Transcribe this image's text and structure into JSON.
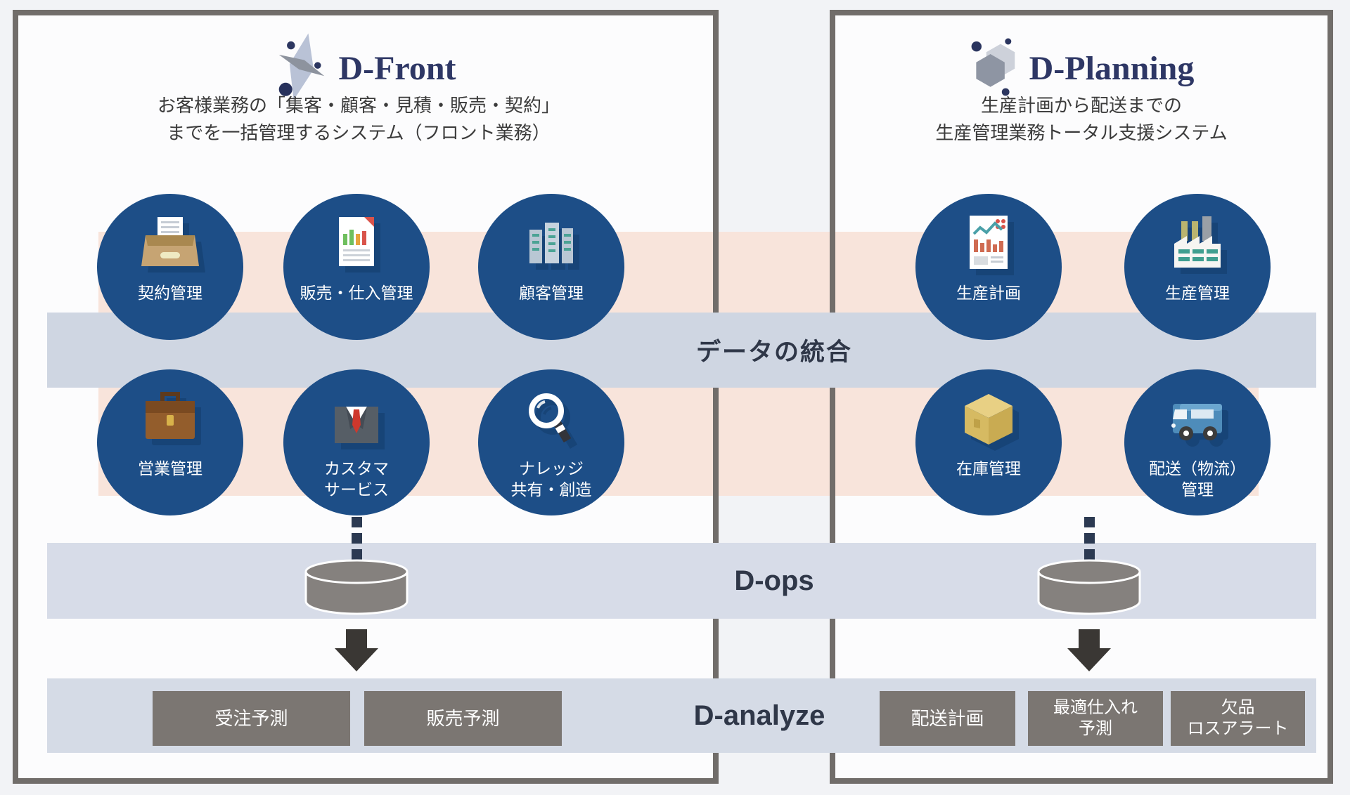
{
  "panels": [
    {
      "name": "D-Front",
      "logo": "D-Front",
      "logo_icon": "sparkle-star-logo-icon",
      "subtitle_lines": [
        "お客様業務の「集客・顧客・見積・販売・契約」",
        "までを一括管理するシステム（フロント業務）"
      ],
      "modules": [
        {
          "icon": "inbox-documents-icon",
          "label_lines": [
            "契約管理"
          ]
        },
        {
          "icon": "sales-report-icon",
          "label_lines": [
            "販売・仕入管理"
          ]
        },
        {
          "icon": "buildings-icon",
          "label_lines": [
            "顧客管理"
          ]
        },
        {
          "icon": "briefcase-icon",
          "label_lines": [
            "営業管理"
          ]
        },
        {
          "icon": "business-person-icon",
          "label_lines": [
            "カスタマ",
            "サービス"
          ]
        },
        {
          "icon": "magnifier-icon",
          "label_lines": [
            "ナレッジ",
            "共有・創造"
          ]
        }
      ],
      "analyze_items": [
        {
          "label_lines": [
            "受注予測"
          ]
        },
        {
          "label_lines": [
            "販売予測"
          ]
        }
      ]
    },
    {
      "name": "D-Planning",
      "logo": "D-Planning",
      "logo_icon": "hexagons-logo-icon",
      "subtitle_lines": [
        "生産計画から配送までの",
        "生産管理業務トータル支援システム"
      ],
      "modules": [
        {
          "icon": "production-plan-document-icon",
          "label_lines": [
            "生産計画"
          ]
        },
        {
          "icon": "factory-icon",
          "label_lines": [
            "生産管理"
          ]
        },
        {
          "icon": "cardboard-box-icon",
          "label_lines": [
            "在庫管理"
          ]
        },
        {
          "icon": "delivery-truck-icon",
          "label_lines": [
            "配送（物流）",
            "管理"
          ]
        }
      ],
      "analyze_items": [
        {
          "label_lines": [
            "配送計画"
          ]
        },
        {
          "label_lines": [
            "最適仕入れ",
            "予測"
          ]
        },
        {
          "label_lines": [
            "欠品",
            "ロスアラート"
          ]
        }
      ]
    }
  ],
  "bands": {
    "integration_label": "データの統合",
    "ops_label": "D-ops",
    "analyze_label": "D-analyze"
  },
  "colors": {
    "module_circle_blue": "#1d4e87",
    "pink_band": "#f8e4db",
    "blue_gray_band": "#d3d9e5",
    "band_text": "#2f3748",
    "box_border_gray": "#716d6a",
    "analyze_button_gray": "#7b7672",
    "logo_navy": "#2e3765",
    "arrow_dark": "#3a3734",
    "cylinder_gray": "#85817e"
  }
}
